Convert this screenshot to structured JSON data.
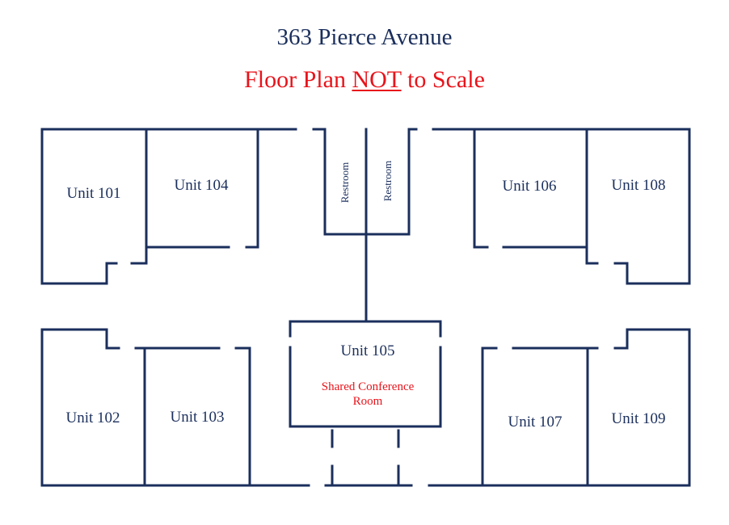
{
  "header": {
    "address": "363 Pierce Avenue",
    "scale_note_prefix": "Floor Plan ",
    "scale_note_emph": "NOT",
    "scale_note_suffix": " to Scale"
  },
  "colors": {
    "walls": "#1b2f5c",
    "labels": "#1b2f5c",
    "accent": "#e8141b"
  },
  "units": {
    "u101": "Unit 101",
    "u102": "Unit 102",
    "u103": "Unit 103",
    "u104": "Unit 104",
    "u105": "Unit 105",
    "u106": "Unit 106",
    "u107": "Unit 107",
    "u108": "Unit 108",
    "u109": "Unit 109"
  },
  "conference": {
    "line1": "Shared Conference",
    "line2": "Room"
  },
  "restrooms": {
    "left": "Restroom",
    "right": "Restroom"
  }
}
